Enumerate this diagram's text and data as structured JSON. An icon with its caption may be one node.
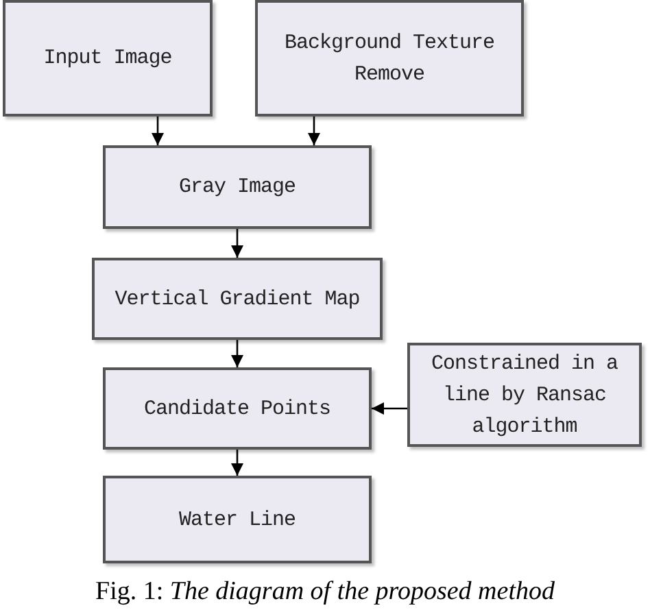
{
  "diagram": {
    "caption": "Fig. 1: *The diagram of the proposed method*",
    "nodes": [
      {
        "text": [
          "Input Image"
        ]
      },
      {
        "text": [
          "Background Texture Remove"
        ]
      },
      {
        "text": [
          "Gray Image"
        ]
      },
      {
        "text": [
          "Vertical Gradient Map"
        ]
      },
      {
        "text": [
          "Candidate Points"
        ]
      },
      {
        "text": [
          "Constrained in a line by Ransac algorithm"
        ]
      },
      {
        "text": [
          "Water Line"
        ]
      }
    ],
    "edges": [
      {
        "from": 0,
        "to": 2,
        "arrow": "to"
      },
      {
        "from": 1,
        "to": 2,
        "arrow": "to"
      },
      {
        "from": 2,
        "to": 3,
        "arrow": "to"
      },
      {
        "from": 3,
        "to": 4,
        "arrow": "to"
      },
      {
        "from": 5,
        "to": 4,
        "arrow": "to"
      },
      {
        "from": 4,
        "to": 6,
        "arrow": "to"
      }
    ]
  }
}
